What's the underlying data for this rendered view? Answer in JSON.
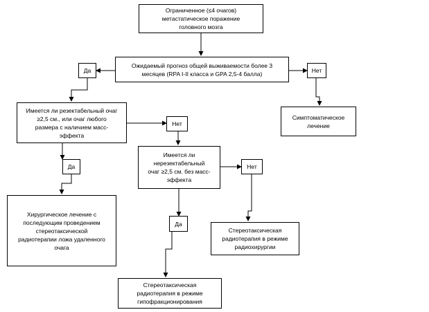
{
  "nodes": {
    "start": "Ограниченное (≤4 очагов)\nметастатическое поражение\nголовного мозга",
    "prognosis": "Ожидаемый прогноз общей выживаемости более 3\nмесяцев (RPA I-II класса и GPA 2,5-4 балла)",
    "symptomatic": "Симптоматическое\nлечение",
    "resectable": "Имеется ли резектабельный очаг\n≥2,5 см., или очаг любого\nразмера с наличием масс-\nэффекта",
    "surgery": "Хирургическое лечение с\nпоследующим проведением\nстереотаксической\nрадиотерапии ложа удаленного\nочага",
    "unresectable": "Имеется ли\nнерезектабельный\nочаг ≥2,5 см. без масс-\nэффекта",
    "radiosurgery": "Стереотаксическая\nрадиотерапия в режиме\nрадиохирургии",
    "hypofractionation": "Стереотаксическая\nрадиотерапия в режиме\nгипофракционирования"
  },
  "labels": {
    "yes": "Да",
    "no": "Нет"
  },
  "style": {
    "line_color": "#000000",
    "box_border": "#000000",
    "background": "#ffffff"
  }
}
